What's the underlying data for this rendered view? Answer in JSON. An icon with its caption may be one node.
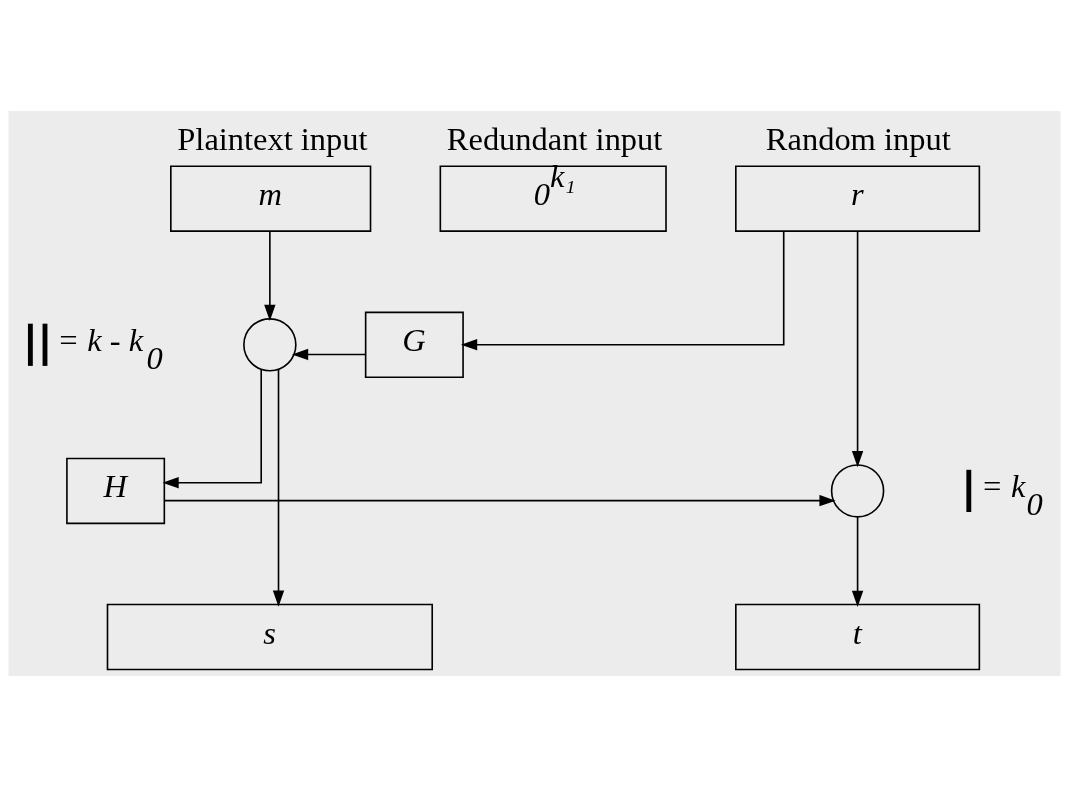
{
  "diagram": {
    "nodes": [
      {
        "text": [
          "Plaintext input",
          "m"
        ]
      },
      {
        "text": [
          "Redundant input",
          "0$^{k₁}$"
        ]
      },
      {
        "text": [
          "Random input",
          "r"
        ]
      },
      {
        "text": [],
        "shape": "circle"
      },
      {
        "text": [
          "G"
        ]
      },
      {
        "text": [
          "H"
        ]
      },
      {
        "text": [],
        "shape": "circle"
      },
      {
        "text": [
          "s"
        ]
      },
      {
        "text": [
          "t"
        ]
      }
    ],
    "edges": [
      {
        "from": 0,
        "to": 3,
        "arrow": "to"
      },
      {
        "from": 2,
        "to": 6,
        "arrow": "to"
      },
      {
        "from": 2,
        "to": 4,
        "arrow": "to"
      },
      {
        "from": 4,
        "to": 3,
        "arrow": "to"
      },
      {
        "from": 3,
        "to": 7,
        "arrow": "to"
      },
      {
        "from": 3,
        "to": 5,
        "arrow": "to"
      },
      {
        "from": 5,
        "to": 6,
        "arrow": "to"
      },
      {
        "from": 6,
        "to": 8,
        "arrow": "to"
      }
    ],
    "legend": [
      {
        "text": "= k - k$_{0}$"
      },
      {
        "text": "= k$_{0}$"
      }
    ]
  }
}
